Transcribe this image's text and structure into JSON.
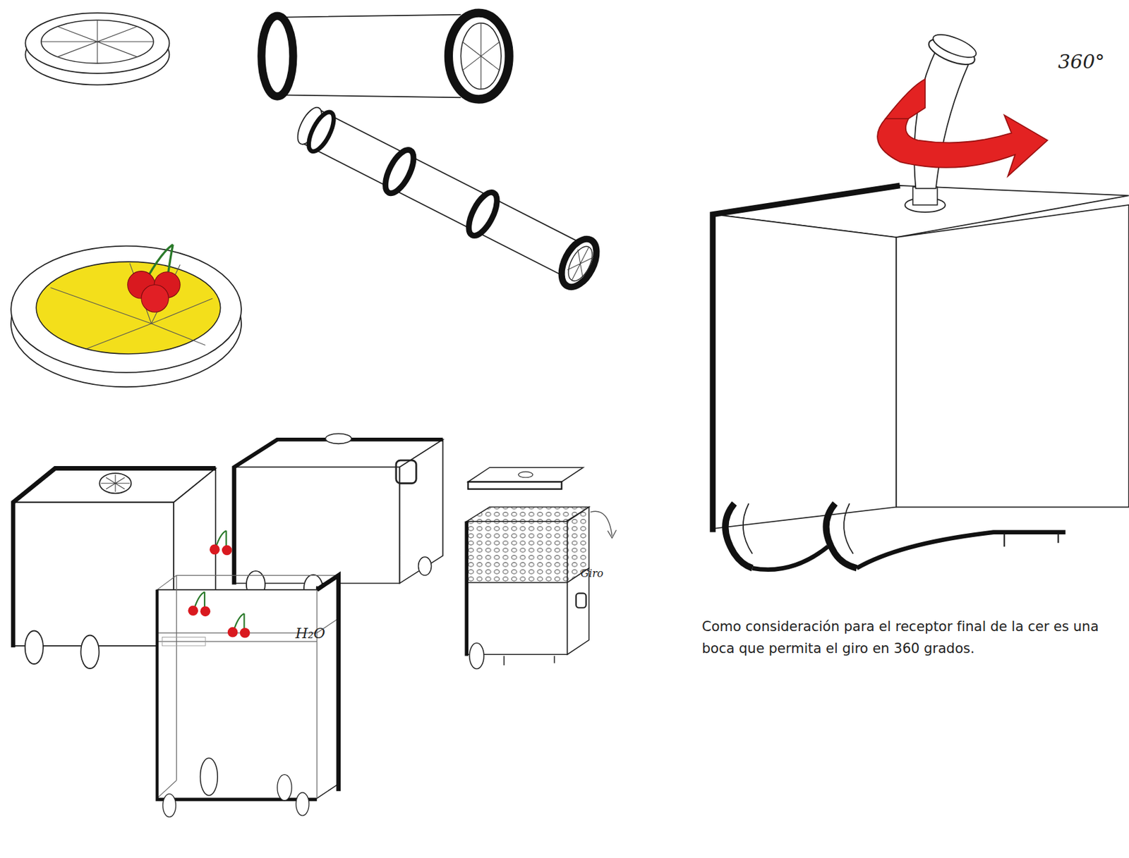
{
  "diagram": {
    "labels": [
      "360°",
      "Como consideración para el receptor final de la cer es una boca que permita el giro en 360 grados.",
      "H₂O",
      "Giro"
    ]
  }
}
